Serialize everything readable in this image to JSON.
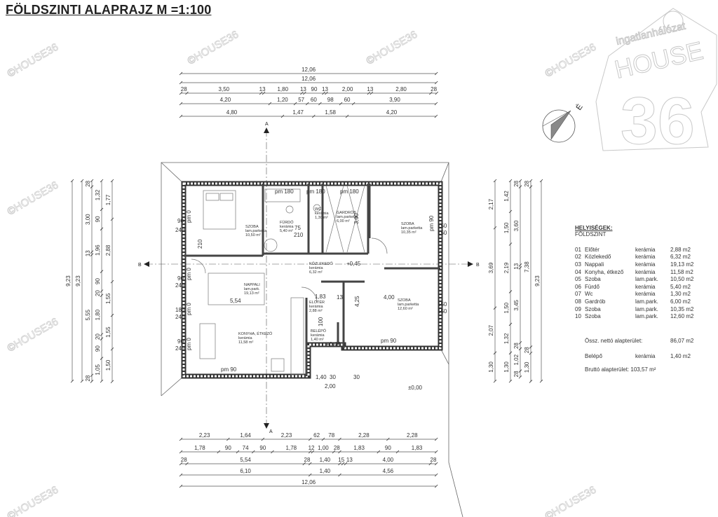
{
  "title": "FÖLDSZINTI ALAPRAJZ M =1:100",
  "watermark": "©HOUSE36",
  "logo": {
    "line1": "ingatlanhálózat",
    "line2": "HOUSE",
    "line3": "36"
  },
  "compass_label": "É",
  "section_markers": {
    "a": "A",
    "b": "B"
  },
  "dimensions": {
    "top": [
      [
        "12,06"
      ],
      [
        "12,06"
      ],
      [
        "28",
        "3,50",
        "13",
        "1,80",
        "13",
        "90",
        "13",
        "2,00",
        "13",
        "2,80",
        "28"
      ],
      [
        "4,20",
        "1,20",
        "57",
        "60",
        "98",
        "60",
        "3,90"
      ],
      [
        "4,80",
        "1,47",
        "1,58",
        "4,20"
      ]
    ],
    "bottom": [
      [
        "2,23",
        "1,64",
        "2,23",
        "62",
        "78",
        "2,28",
        "2,28"
      ],
      [
        "1,78",
        "90",
        "74",
        "90",
        "1,78",
        "12",
        "1,00",
        "28",
        "1,83",
        "90",
        "1,83"
      ],
      [
        "28",
        "5,54",
        "28",
        "1,40",
        "15",
        "13",
        "4,00",
        "28"
      ],
      [
        "6,10",
        "1,40",
        "4,56"
      ],
      [
        "12,06"
      ]
    ],
    "left": [
      [
        "9,23"
      ],
      [
        "9,23"
      ],
      [
        "28",
        "3,00",
        "13",
        "5,55",
        "28"
      ],
      [
        "1,32",
        "90",
        "1,96",
        "90",
        "20",
        "1,80",
        "20",
        "90",
        "1,05"
      ],
      [
        "1,77",
        "2,88",
        "1,55",
        "1,55",
        "1,50"
      ]
    ],
    "right": [
      [
        "2,17",
        "3,69",
        "2,07",
        "1,30"
      ],
      [
        "1,42",
        "1,50",
        "2,19",
        "1,50",
        "1,32",
        "1,30"
      ],
      [
        "28",
        "3,60",
        "13",
        "3,45",
        "28",
        "1,02",
        "28"
      ],
      [
        "28",
        "7,38",
        "28",
        "1,30"
      ],
      [
        "9,23"
      ]
    ]
  },
  "rooms": [
    {
      "name": "SZOBA",
      "floor": "lam.parketta",
      "area": "10,50 m²"
    },
    {
      "name": "FÜRDŐ",
      "floor": "kerámia",
      "area": "5,40 m²"
    },
    {
      "name": "WC",
      "floor": "kerámia",
      "area": "1,30 m²"
    },
    {
      "name": "GARDRÓB",
      "floor": "lam.parketta",
      "area": "6,00 m²"
    },
    {
      "name": "SZOBA",
      "floor": "lam.parketta",
      "area": "10,35 m²"
    },
    {
      "name": "KÖZLEKEDŐ",
      "floor": "kerámia",
      "area": "6,32 m²"
    },
    {
      "name": "NAPPALI",
      "floor": "lam.park.",
      "area": "19,13 m²"
    },
    {
      "name": "KONYHA, ÉTKEZŐ",
      "floor": "kerámia",
      "area": "11,58 m²"
    },
    {
      "name": "ELŐTÉR",
      "floor": "kerámia",
      "area": "2,88 m²"
    },
    {
      "name": "BELÉPŐ",
      "floor": "kerámia",
      "area": "1,40 m²"
    },
    {
      "name": "SZOBA",
      "floor": "lam.parketta",
      "area": "12,60 m²"
    }
  ],
  "annotations": {
    "pm180": "pm 180",
    "pm0": "pm 0",
    "pm90": "pm 90",
    "level1": "+0,45",
    "level2": "+0,45",
    "level0": "±0,00",
    "d554": "5,54",
    "d183": "1,83",
    "d400": "4,00",
    "d425": "4,25",
    "d13": "13",
    "d300": "3,00",
    "d200": "2,00",
    "d140": "1,40",
    "d30": "30",
    "d90": "90",
    "d210": "210",
    "d240": "240",
    "d150": "150",
    "d75": "75",
    "d180": "180",
    "d100": "100"
  },
  "legend": {
    "heading": "HELYISÉGEK:",
    "subheading": "FÖLDSZINT",
    "rows": [
      {
        "no": "01",
        "name": "Előtér",
        "floor": "kerámia",
        "area": "2,88 m2"
      },
      {
        "no": "02",
        "name": "Közlekedő",
        "floor": "kerámia",
        "area": "6,32 m2"
      },
      {
        "no": "03",
        "name": "Nappali",
        "floor": "kerámia",
        "area": "19,13 m2"
      },
      {
        "no": "04",
        "name": "Konyha, étkező",
        "floor": "kerámia",
        "area": "11,58 m2"
      },
      {
        "no": "05",
        "name": "Szoba",
        "floor": "lam.park.",
        "area": "10,50 m2"
      },
      {
        "no": "06",
        "name": "Fürdő",
        "floor": "kerámia",
        "area": "5,40 m2"
      },
      {
        "no": "07",
        "name": "Wc",
        "floor": "kerámia",
        "area": "1,30 m2"
      },
      {
        "no": "08",
        "name": "Gardrób",
        "floor": "lam.park.",
        "area": "6,00 m2"
      },
      {
        "no": "09",
        "name": "Szoba",
        "floor": "lam.park.",
        "area": "10,35 m2"
      },
      {
        "no": "10",
        "name": "Szoba",
        "floor": "lam.park.",
        "area": "12,60 m2"
      }
    ],
    "net_label": "Össz. nettó alapterület:",
    "net_value": "86,07 m2",
    "entry_name": "Belépő",
    "entry_floor": "kerámia",
    "entry_area": "1,40 m2",
    "gross_label": "Bruttó alapterület:",
    "gross_value": "103,57 m²"
  }
}
